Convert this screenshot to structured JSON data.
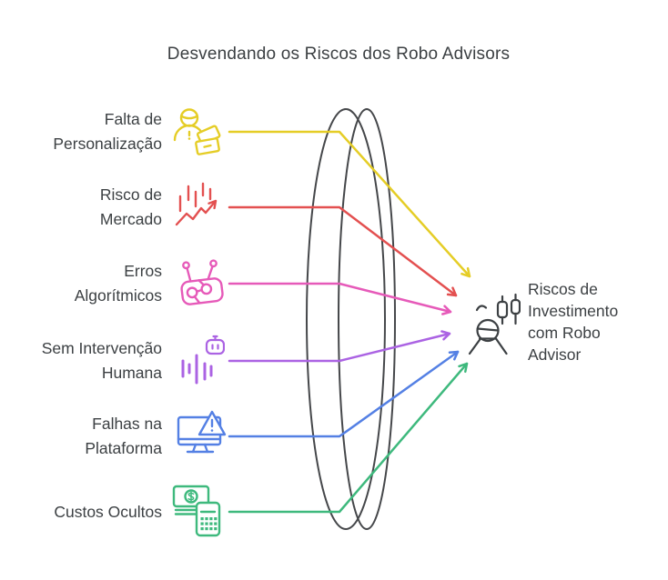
{
  "title": "Desvendando os Riscos dos Robo Advisors",
  "colors": {
    "text": "#3c4043",
    "lens_outline": "#45474a",
    "yellow": "#e5cd26",
    "red": "#e35050",
    "pink": "#e65ab9",
    "purple": "#ab63e3",
    "blue": "#5480e4",
    "green": "#3eb97d"
  },
  "risks": [
    {
      "lines": [
        "Falta de",
        "Personalização"
      ],
      "icon": "person-money-icon",
      "color": "#e5cd26"
    },
    {
      "lines": [
        "Risco de",
        "Mercado"
      ],
      "icon": "market-chart-icon",
      "color": "#e35050"
    },
    {
      "lines": [
        "Erros",
        "Algorítmicos"
      ],
      "icon": "robot-icon",
      "color": "#e65ab9"
    },
    {
      "lines": [
        "Sem Intervenção",
        "Humana"
      ],
      "icon": "voice-wave-robot-icon",
      "color": "#ab63e3"
    },
    {
      "lines": [
        "Falhas na",
        "Plataforma"
      ],
      "icon": "monitor-warning-icon",
      "color": "#5480e4"
    },
    {
      "lines": [
        "Custos Ocultos"
      ],
      "icon": "money-calculator-icon",
      "color": "#3eb97d"
    }
  ],
  "result": {
    "lines": [
      "Riscos de",
      "Investimento",
      "com Robo",
      "Advisor"
    ],
    "icon": "investor-person-icon"
  }
}
